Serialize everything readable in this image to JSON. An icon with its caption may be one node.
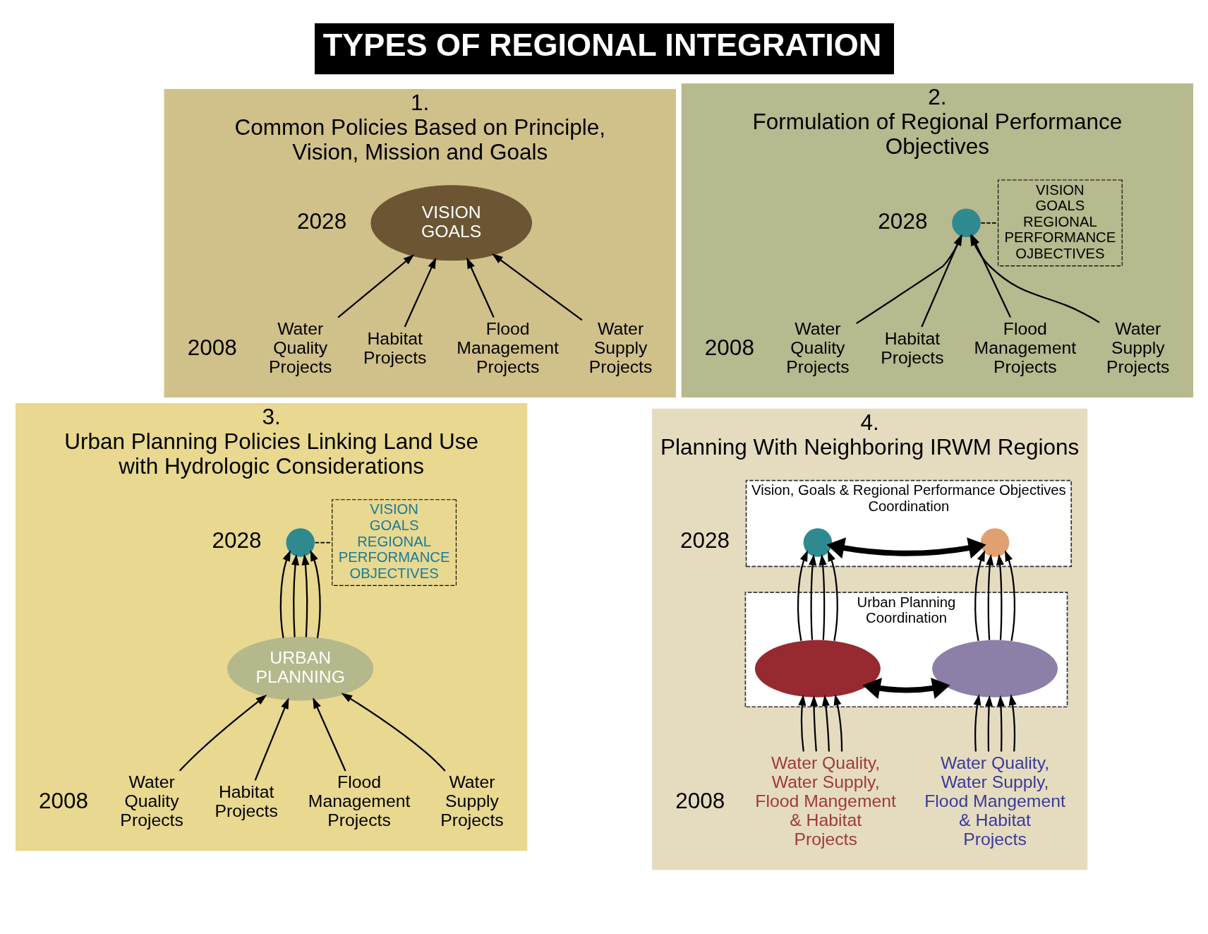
{
  "diagram": {
    "title": "TYPES OF REGIONAL INTEGRATION",
    "nodes": [
      {
        "text": [
          "1.",
          "Common Policies Based on Principle, Vision, Mission and Goals"
        ]
      },
      {
        "text": [
          "VISION GOALS"
        ],
        "in": 0
      },
      {
        "text": [
          "Water Quality Projects"
        ],
        "in": 0
      },
      {
        "text": [
          "Water Supply Projects"
        ],
        "in": 0
      },
      {
        "text": [
          "Flood Management Projects"
        ],
        "in": 0
      },
      {
        "text": [
          "Habitat Projects"
        ],
        "in": 0
      },
      {
        "text": [
          "2.",
          "Formulation of Regional Performance Objectives"
        ]
      },
      {
        "text": [],
        "shape": "circle",
        "in": 6
      },
      {
        "text": [
          "VISION",
          "GOALS",
          "REGIONAL PERFORMANCE OJBECTIVES"
        ],
        "in": 6
      },
      {
        "text": [
          "Water Quality Projects"
        ],
        "in": 6
      },
      {
        "text": [
          "Water Supply Projects"
        ],
        "in": 6
      },
      {
        "text": [
          "Flood Management Projects"
        ],
        "in": 6
      },
      {
        "text": [
          "Habitat Projects"
        ],
        "in": 6
      },
      {
        "text": [
          "3.",
          "Urban Planning Policies Linking Land Use with Hydrologic Considerations"
        ]
      },
      {
        "text": [],
        "shape": "circle",
        "in": 13
      },
      {
        "text": [
          "VISION",
          "GOALS",
          "REGIONAL PERFORMANCE OBJECTIVES"
        ],
        "in": 13
      },
      {
        "text": [
          "URBAN PLANNING"
        ],
        "in": 13
      },
      {
        "text": [
          "Water Quality Projects"
        ],
        "in": 13
      },
      {
        "text": [
          "Water Supply Projects"
        ],
        "in": 13
      },
      {
        "text": [
          "Flood Management Projects"
        ],
        "in": 13
      },
      {
        "text": [
          "Habitat Projects"
        ],
        "in": 13
      },
      {
        "text": [
          "4.",
          "Planning With Neighboring IRWM Regions"
        ]
      },
      {
        "text": [
          "Vision, Goals & Regional Performance Objectives Coordination"
        ],
        "in": 21
      },
      {
        "text": [],
        "shape": "circle",
        "in": 22
      },
      {
        "text": [],
        "shape": "circle",
        "in": 22
      },
      {
        "text": [
          "Urban Planning Coordination"
        ],
        "in": 21
      },
      {
        "text": [],
        "shape": "ellipse",
        "in": 25
      },
      {
        "text": [],
        "shape": "ellipse",
        "in": 25
      },
      {
        "text": [
          "Water Quality, Water Supply, Flood Mangement & Habitat Projects"
        ],
        "in": 21
      },
      {
        "text": [
          "Water Quality, Water Supply, Flood Mangement & Habitat Projects"
        ],
        "in": 21
      }
    ],
    "edges": [
      {
        "from": 2,
        "to": 1,
        "arrow": "to"
      },
      {
        "from": 3,
        "to": 1,
        "arrow": "to"
      },
      {
        "from": 4,
        "to": 1,
        "arrow": "to"
      },
      {
        "from": 5,
        "to": 1,
        "arrow": "to"
      },
      {
        "from": 9,
        "to": 7,
        "arrow": "to"
      },
      {
        "from": 10,
        "to": 7,
        "arrow": "to"
      },
      {
        "from": 11,
        "to": 7,
        "arrow": "to"
      },
      {
        "from": 12,
        "to": 7,
        "arrow": "to"
      },
      {
        "from": 7,
        "to": 8,
        "arrow": "none",
        "style": "dashed"
      },
      {
        "from": 17,
        "to": 16,
        "arrow": "to"
      },
      {
        "from": 18,
        "to": 16,
        "arrow": "to"
      },
      {
        "from": 19,
        "to": 16,
        "arrow": "to"
      },
      {
        "from": 20,
        "to": 16,
        "arrow": "to"
      },
      {
        "from": 16,
        "to": 14,
        "arrow": "to"
      },
      {
        "from": 16,
        "to": 14,
        "arrow": "to"
      },
      {
        "from": 16,
        "to": 14,
        "arrow": "to"
      },
      {
        "from": 16,
        "to": 14,
        "arrow": "to"
      },
      {
        "from": 14,
        "to": 15,
        "arrow": "none",
        "style": "dashed"
      },
      {
        "from": 23,
        "to": 24,
        "arrow": "both",
        "style": "thick"
      },
      {
        "from": 26,
        "to": 23,
        "arrow": "to"
      },
      {
        "from": 26,
        "to": 23,
        "arrow": "to"
      },
      {
        "from": 26,
        "to": 23,
        "arrow": "to"
      },
      {
        "from": 26,
        "to": 23,
        "arrow": "to"
      },
      {
        "from": 27,
        "to": 24,
        "arrow": "to"
      },
      {
        "from": 27,
        "to": 24,
        "arrow": "to"
      },
      {
        "from": 27,
        "to": 24,
        "arrow": "to"
      },
      {
        "from": 27,
        "to": 24,
        "arrow": "to"
      },
      {
        "from": 26,
        "to": 27,
        "arrow": "both",
        "style": "thick"
      },
      {
        "from": 28,
        "to": 26,
        "arrow": "to"
      },
      {
        "from": 28,
        "to": 26,
        "arrow": "to"
      },
      {
        "from": 28,
        "to": 26,
        "arrow": "to"
      },
      {
        "from": 28,
        "to": 26,
        "arrow": "to"
      },
      {
        "from": 29,
        "to": 27,
        "arrow": "to"
      },
      {
        "from": 29,
        "to": 27,
        "arrow": "to"
      },
      {
        "from": 29,
        "to": 27,
        "arrow": "to"
      },
      {
        "from": 29,
        "to": 27,
        "arrow": "to"
      }
    ],
    "labels": [
      "2028",
      "2008",
      "2028",
      "2008",
      "2028",
      "2008",
      "2028",
      "2008"
    ]
  }
}
